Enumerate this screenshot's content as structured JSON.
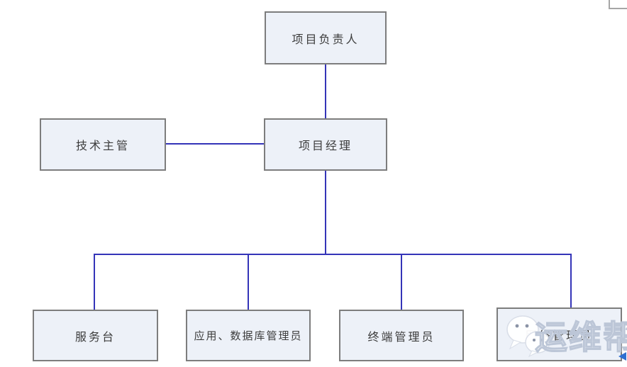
{
  "diagram": {
    "type": "org-chart",
    "nodes": {
      "project_leader": {
        "label": "项目负责人"
      },
      "tech_supervisor": {
        "label": "技术主管"
      },
      "project_manager": {
        "label": "项目经理"
      },
      "service_desk": {
        "label": "服务台"
      },
      "app_db_admin": {
        "label": "应用、数据库管理员"
      },
      "terminal_admin": {
        "label": "终端管理员"
      },
      "network_admin": {
        "label": "网络管理员"
      }
    },
    "edges": [
      {
        "from": "项目负责人",
        "to": "项目经理"
      },
      {
        "from": "技术主管",
        "to": "项目经理"
      },
      {
        "from": "项目经理",
        "to": "服务台"
      },
      {
        "from": "项目经理",
        "to": "应用、数据库管理员"
      },
      {
        "from": "项目经理",
        "to": "终端管理员"
      },
      {
        "from": "项目经理",
        "to": "网络管理员"
      }
    ],
    "colors": {
      "connector": "#3434b8",
      "box_fill": "#edf1f8",
      "box_border": "#7d7d7d",
      "text": "#3c3c3c"
    }
  },
  "watermark": {
    "icon": "wechat-icon",
    "text": "运维帮"
  }
}
